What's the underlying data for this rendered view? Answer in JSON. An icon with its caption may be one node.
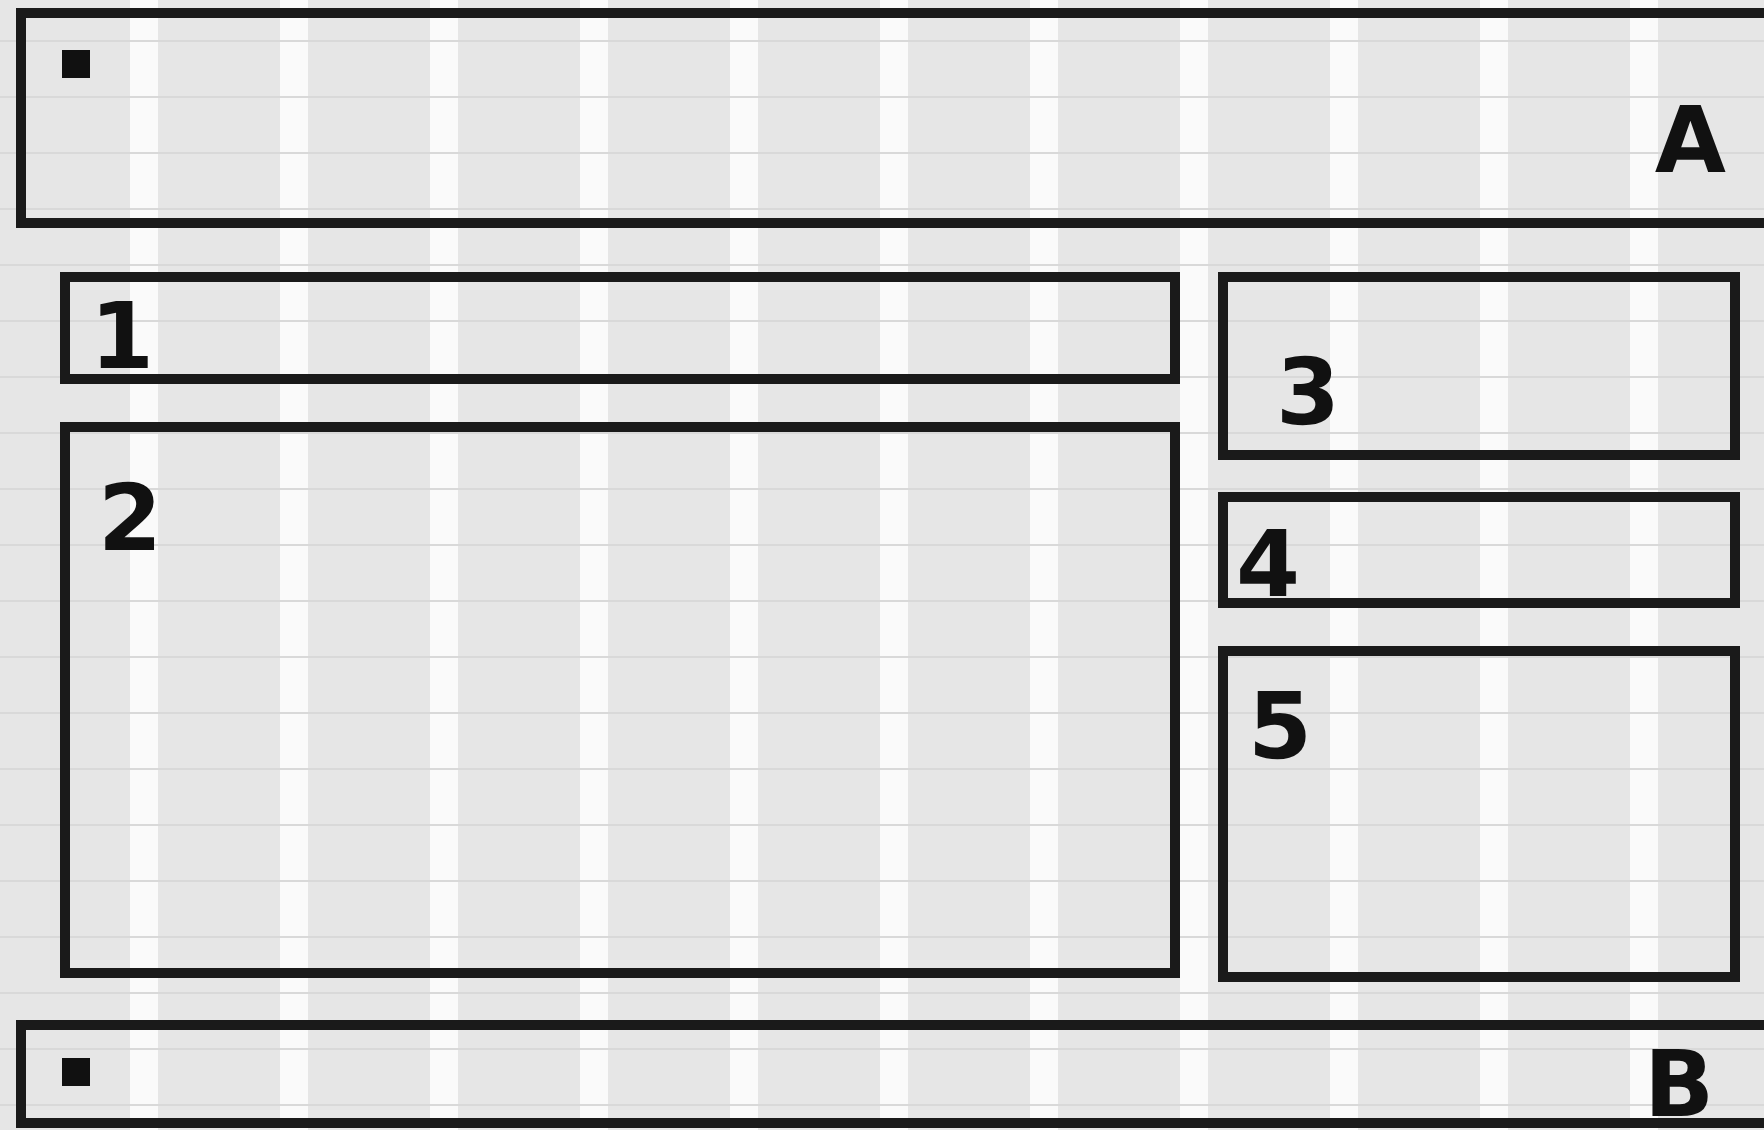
{
  "diagram": {
    "nodes": [
      {
        "text": [
          "A"
        ]
      },
      {
        "text": [
          "1"
        ]
      },
      {
        "text": [
          "2"
        ]
      },
      {
        "text": [
          "3"
        ]
      },
      {
        "text": [
          "4"
        ]
      },
      {
        "text": [
          "5"
        ]
      },
      {
        "text": [
          "B"
        ]
      }
    ],
    "edges": []
  }
}
